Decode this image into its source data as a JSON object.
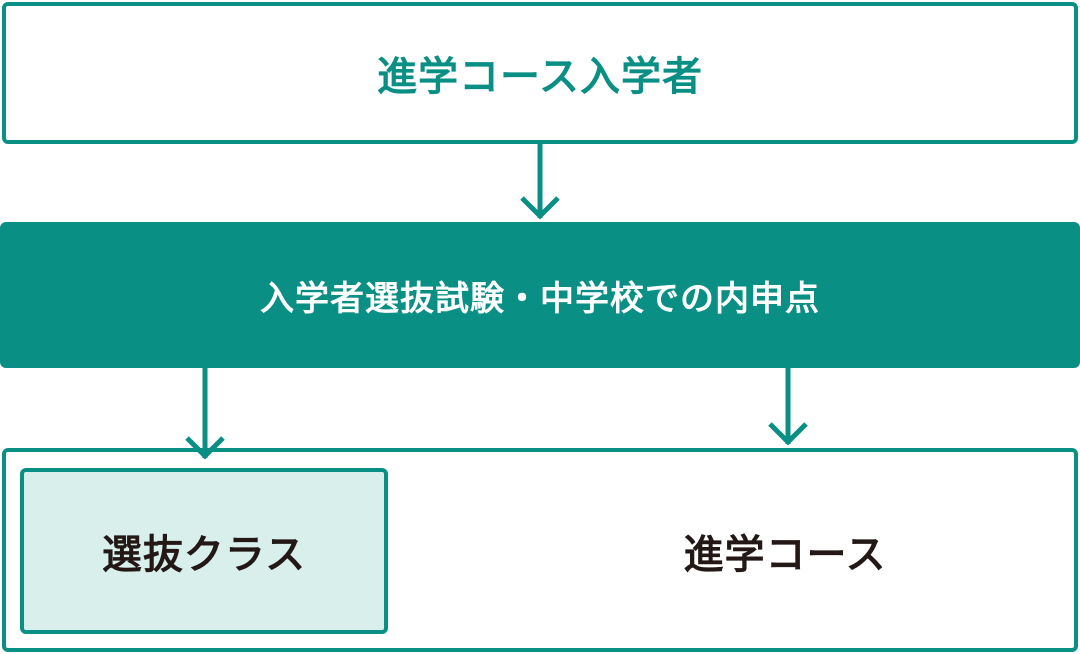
{
  "top_box": {
    "label": "進学コース入学者"
  },
  "middle_box": {
    "label": "入学者選抜試験・中学校での内申点"
  },
  "bottom_group": {
    "left_box": {
      "label": "選抜クラス"
    },
    "right_label": "進学コース"
  },
  "colors": {
    "accent": "#0a8f85",
    "accent_light": "#d8efec",
    "text_dark": "#231815",
    "background": "#ffffff"
  }
}
